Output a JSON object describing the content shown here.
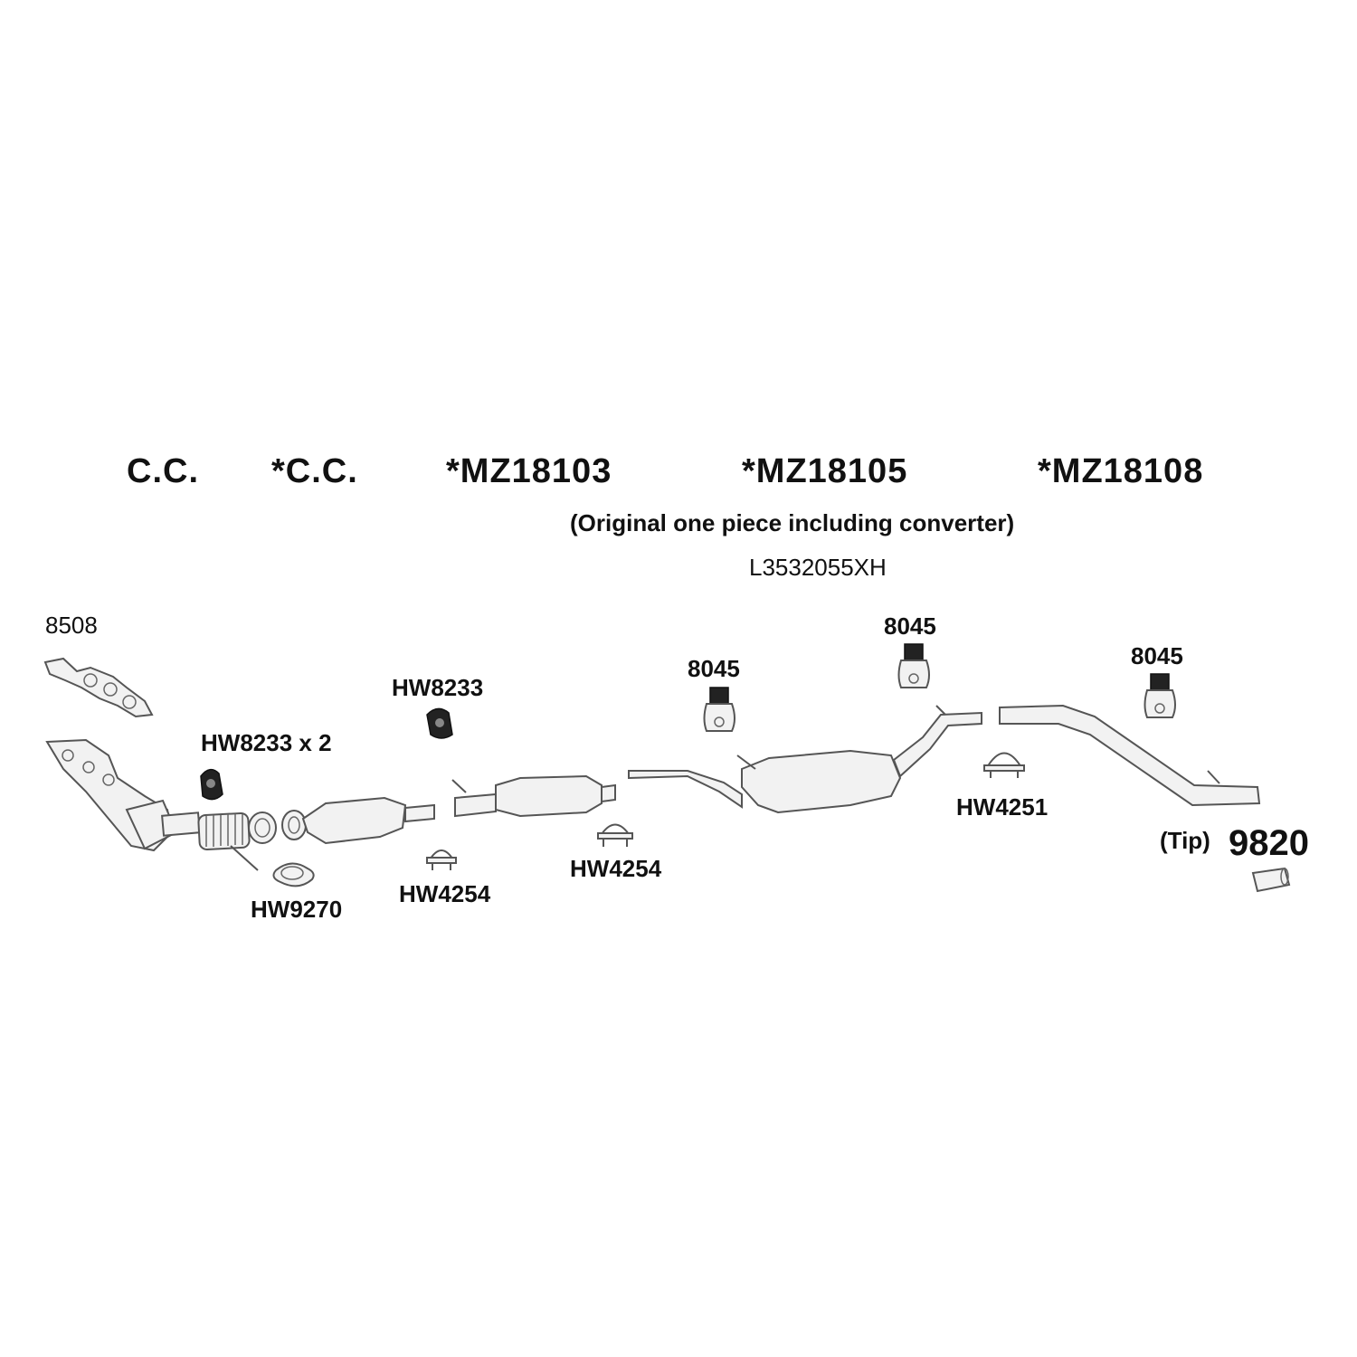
{
  "headings": {
    "cc_front": "C.C.",
    "cc_rear": "*C.C.",
    "front_pipe": "*MZ18103",
    "muffler": "*MZ18105",
    "tail_pipe": "*MZ18108"
  },
  "note": "(Original one piece including converter)",
  "oem_number": "L3532055XH",
  "labels": {
    "gasket_8508": "8508",
    "hw8233_x2": "HW8233 x 2",
    "hw8233": "HW8233",
    "hw9270": "HW9270",
    "hw4254_a": "HW4254",
    "hw4254_b": "HW4254",
    "hanger_8045_a": "8045",
    "hanger_8045_b": "8045",
    "hanger_8045_c": "8045",
    "hw4251": "HW4251",
    "tip_prefix": "(Tip)",
    "tip_number": "9820"
  }
}
